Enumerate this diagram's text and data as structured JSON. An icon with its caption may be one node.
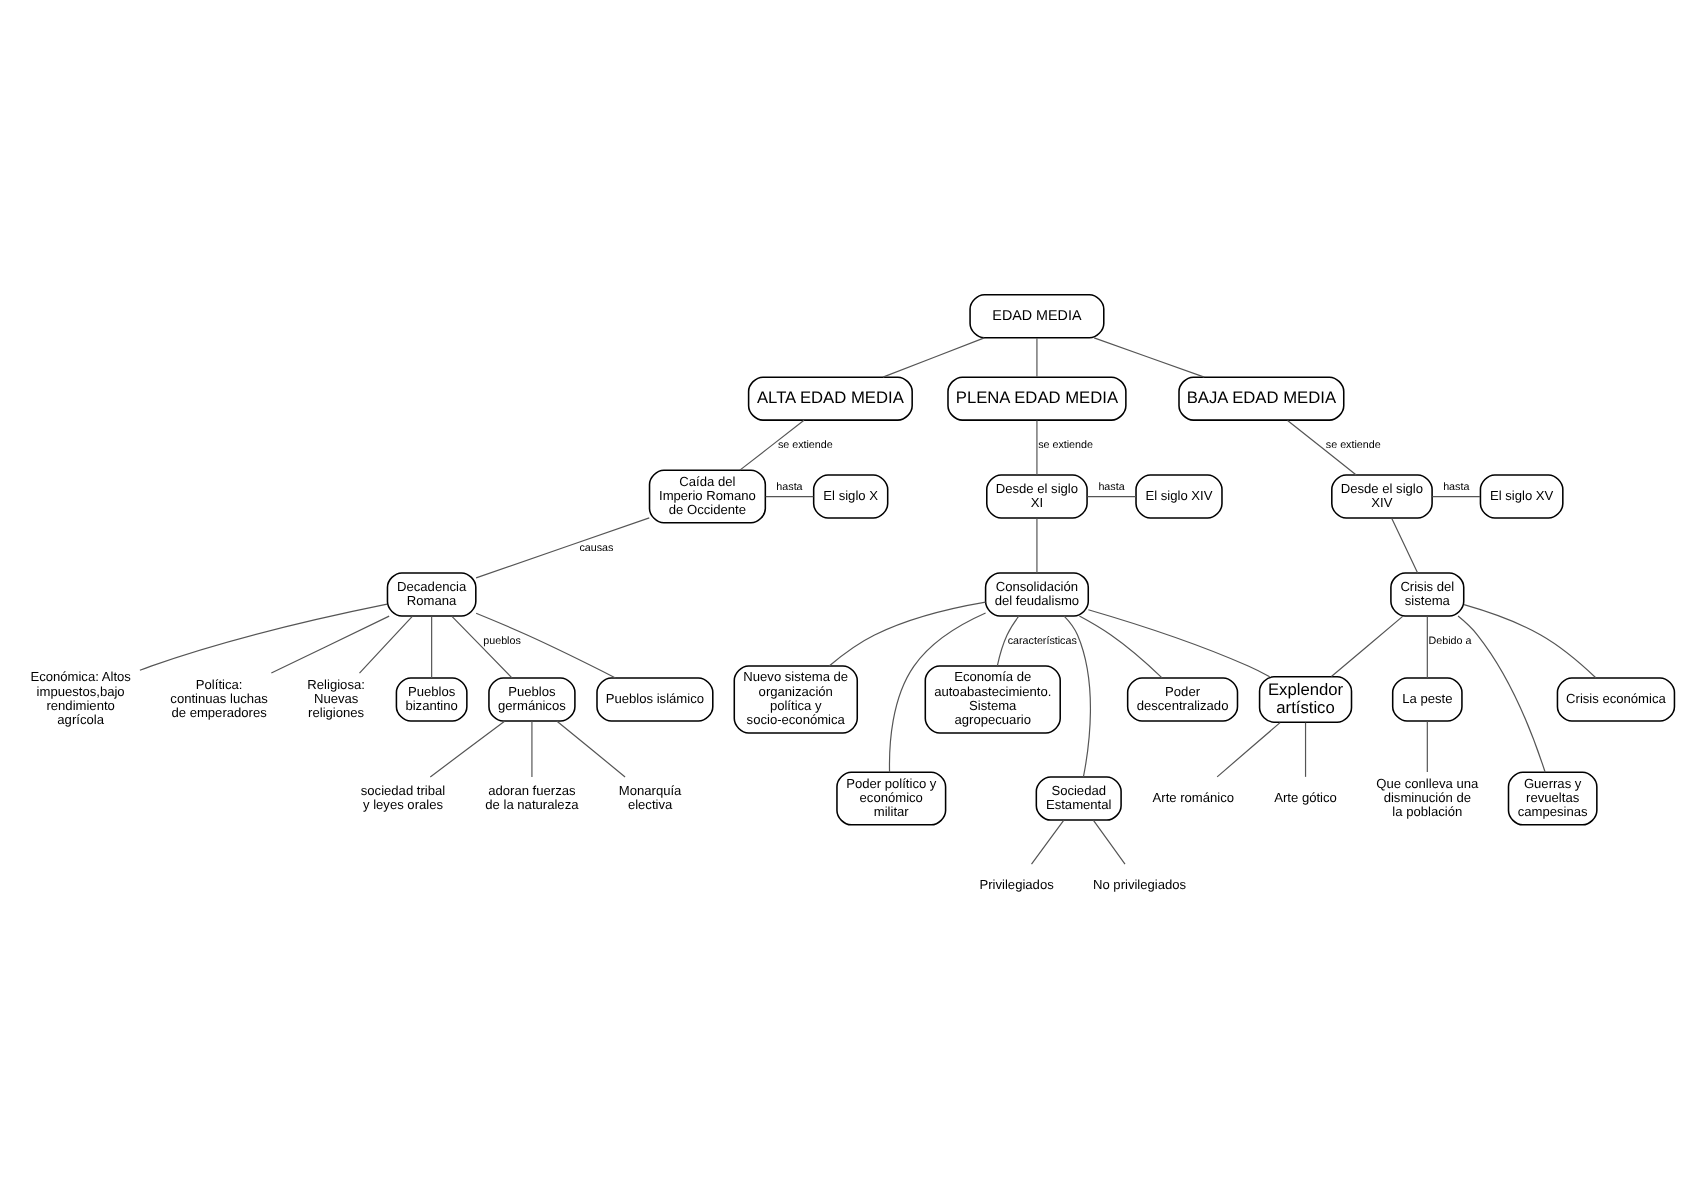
{
  "diagram": {
    "nodes": [
      {
        "text": [
          "EDAD MEDIA"
        ]
      },
      {
        "text": [
          "ALTA EDAD MEDIA"
        ]
      },
      {
        "text": [
          "Caída del Imperio Romano de Occidente"
        ]
      },
      {
        "text": [
          "El siglo X"
        ]
      },
      {
        "text": [
          "Decadencia Romana"
        ]
      },
      {
        "text": [
          "Económica: Altos impuestos,bajo rendimiento agrícola"
        ]
      },
      {
        "text": [
          "Política: continuas luchas de emperadores"
        ]
      },
      {
        "text": [
          "Religiosa: Nuevas religiones"
        ]
      },
      {
        "text": [
          "Pueblos bizantino"
        ]
      },
      {
        "text": [
          "Pueblos germánicos"
        ]
      },
      {
        "text": [
          "Pueblos islámico"
        ]
      },
      {
        "text": [
          "sociedad tribal y leyes orales"
        ]
      },
      {
        "text": [
          "adoran fuerzas de la naturaleza"
        ]
      },
      {
        "text": [
          "Monarquía electiva"
        ]
      },
      {
        "text": [
          "PLENA EDAD MEDIA"
        ]
      },
      {
        "text": [
          "Desde el siglo XI"
        ]
      },
      {
        "text": [
          "El siglo XIV"
        ]
      },
      {
        "text": [
          "Consolidación del feudalismo"
        ]
      },
      {
        "text": [
          "Nuevo sistema de organización política y socio-económica"
        ]
      },
      {
        "text": [
          "Poder político y económico militar"
        ]
      },
      {
        "text": [
          "Economía de autoabastecimiento. Sistema agropecuario"
        ]
      },
      {
        "text": [
          "Sociedad Estamental"
        ]
      },
      {
        "text": [
          "Poder descentralizado"
        ]
      },
      {
        "text": [
          "Privilegiados"
        ]
      },
      {
        "text": [
          "No privilegiados"
        ]
      },
      {
        "text": [
          "Explendor artístico"
        ]
      },
      {
        "text": [
          "Arte románico"
        ]
      },
      {
        "text": [
          "Arte gótico"
        ]
      },
      {
        "text": [
          "BAJA EDAD MEDIA"
        ]
      },
      {
        "text": [
          "Desde el siglo XIV"
        ]
      },
      {
        "text": [
          "El siglo XV"
        ]
      },
      {
        "text": [
          "Crisis del sistema"
        ]
      },
      {
        "text": [
          "La peste"
        ]
      },
      {
        "text": [
          "Guerras y revueltas campesinas"
        ]
      },
      {
        "text": [
          "Crisis económica"
        ]
      },
      {
        "text": [
          "Que conlleva una disminución de la población"
        ]
      }
    ],
    "edges": [
      {
        "from": 0,
        "to": 1,
        "arrow": "none"
      },
      {
        "from": 0,
        "to": 14,
        "arrow": "none"
      },
      {
        "from": 0,
        "to": 28,
        "arrow": "none"
      },
      {
        "from": 1,
        "to": 2,
        "arrow": "none",
        "label": "se extiende"
      },
      {
        "from": 2,
        "to": 3,
        "arrow": "none",
        "label": "hasta"
      },
      {
        "from": 2,
        "to": 4,
        "arrow": "none",
        "label": "causas"
      },
      {
        "from": 4,
        "to": 5,
        "arrow": "none"
      },
      {
        "from": 4,
        "to": 6,
        "arrow": "none"
      },
      {
        "from": 4,
        "to": 7,
        "arrow": "none"
      },
      {
        "from": 4,
        "to": 8,
        "arrow": "none"
      },
      {
        "from": 4,
        "to": 9,
        "arrow": "none",
        "label": "pueblos"
      },
      {
        "from": 4,
        "to": 10,
        "arrow": "none"
      },
      {
        "from": 9,
        "to": 11,
        "arrow": "none"
      },
      {
        "from": 9,
        "to": 12,
        "arrow": "none"
      },
      {
        "from": 9,
        "to": 13,
        "arrow": "none"
      },
      {
        "from": 14,
        "to": 15,
        "arrow": "none",
        "label": "se extiende"
      },
      {
        "from": 15,
        "to": 16,
        "arrow": "none",
        "label": "hasta"
      },
      {
        "from": 15,
        "to": 17,
        "arrow": "none"
      },
      {
        "from": 17,
        "to": 18,
        "arrow": "none"
      },
      {
        "from": 17,
        "to": 19,
        "arrow": "none"
      },
      {
        "from": 17,
        "to": 20,
        "arrow": "none",
        "label": "características"
      },
      {
        "from": 17,
        "to": 21,
        "arrow": "none"
      },
      {
        "from": 17,
        "to": 22,
        "arrow": "none"
      },
      {
        "from": 21,
        "to": 23,
        "arrow": "none"
      },
      {
        "from": 21,
        "to": 24,
        "arrow": "none"
      },
      {
        "from": 17,
        "to": 25,
        "arrow": "none"
      },
      {
        "from": 31,
        "to": 25,
        "arrow": "none"
      },
      {
        "from": 25,
        "to": 26,
        "arrow": "none"
      },
      {
        "from": 25,
        "to": 27,
        "arrow": "none"
      },
      {
        "from": 28,
        "to": 29,
        "arrow": "none",
        "label": "se extiende"
      },
      {
        "from": 29,
        "to": 30,
        "arrow": "none",
        "label": "hasta"
      },
      {
        "from": 29,
        "to": 31,
        "arrow": "none"
      },
      {
        "from": 31,
        "to": 32,
        "arrow": "none",
        "label": "Debido a"
      },
      {
        "from": 31,
        "to": 33,
        "arrow": "none"
      },
      {
        "from": 31,
        "to": 34,
        "arrow": "none"
      },
      {
        "from": 32,
        "to": 35,
        "arrow": "none"
      }
    ]
  }
}
